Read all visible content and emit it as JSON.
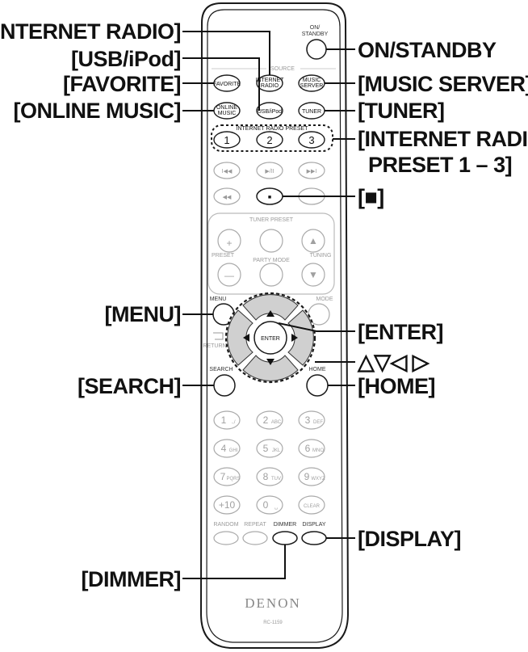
{
  "callouts": {
    "internet_radio": "[INTERNET RADIO]",
    "usb_ipod": "[USB/iPod]",
    "favorite": "[FAVORITE]",
    "online_music": "[ONLINE MUSIC]",
    "on_standby": "ON/STANDBY",
    "music_server": "[MUSIC SERVER]",
    "tuner": "[TUNER]",
    "internet_radio_preset_line1": "[INTERNET RADIO",
    "internet_radio_preset_line2": "PRESET 1 – 3]",
    "stop": "[■]",
    "menu": "[MENU]",
    "enter": "[ENTER]",
    "cursor": "△▽◁ ▷",
    "search": "[SEARCH]",
    "home": "[HOME]",
    "display": "[DISPLAY]",
    "dimmer": "[DIMMER]"
  },
  "remote": {
    "on_standby_line1": "ON/",
    "on_standby_line2": "STANDBY",
    "source_label": "SOURCE",
    "internet_radio_line1": "INTERNET",
    "internet_radio_line2": "RADIO",
    "favorite": "FAVORITE",
    "music_server_line1": "MUSIC",
    "music_server_line2": "SERVER",
    "online_music_line1": "ONLINE",
    "online_music_line2": "MUSIC",
    "usb_ipod": "USB/iPod",
    "tuner": "TUNER",
    "internet_radio_preset_label": "INTERNET RADIO PRESET",
    "presets": [
      "1",
      "2",
      "3"
    ],
    "transport_row1": [
      "I◀◀",
      "▶/II",
      "▶▶I"
    ],
    "transport_row2": [
      "◀◀",
      "■",
      ""
    ],
    "tuner_preset_label": "TUNER PRESET",
    "preset_label": "PRESET",
    "party_mode_label": "PARTY MODE",
    "tuning_label": "TUNING",
    "plus": "+",
    "minus": "—",
    "up": "▲",
    "down": "▼",
    "menu": "MENU",
    "mode": "MODE",
    "enter": "ENTER",
    "return": "RETURN",
    "search": "SEARCH",
    "home": "HOME",
    "keypad": [
      {
        "num": "1",
        "sub": ".,/"
      },
      {
        "num": "2",
        "sub": "ABC"
      },
      {
        "num": "3",
        "sub": "DEF"
      },
      {
        "num": "4",
        "sub": "GHI"
      },
      {
        "num": "5",
        "sub": "JKL"
      },
      {
        "num": "6",
        "sub": "MNO"
      },
      {
        "num": "7",
        "sub": "PQRS"
      },
      {
        "num": "8",
        "sub": "TUV"
      },
      {
        "num": "9",
        "sub": "WXYZ"
      },
      {
        "num": "+10",
        "sub": ""
      },
      {
        "num": "0",
        "sub": "␣"
      },
      {
        "num": "CLEAR",
        "sub": ""
      }
    ],
    "random": "RANDOM",
    "repeat": "REPEAT",
    "dimmer": "DIMMER",
    "display": "DISPLAY",
    "brand": "DENON",
    "model": "RC-1159"
  }
}
